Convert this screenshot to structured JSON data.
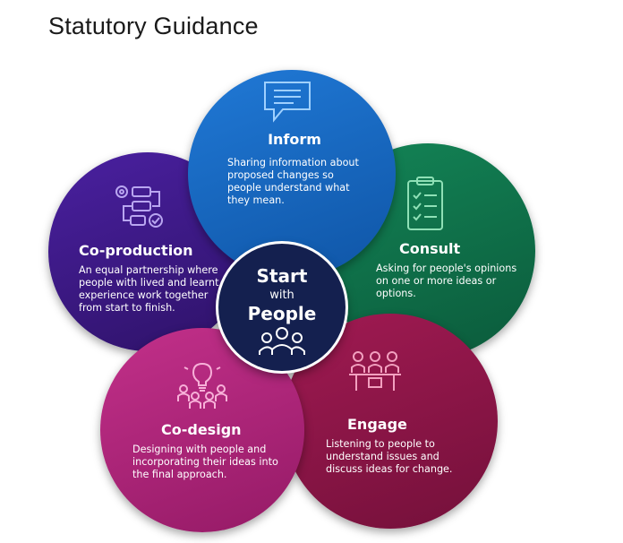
{
  "page": {
    "title": "Statutory Guidance"
  },
  "center": {
    "line1": "Start",
    "line2": "with",
    "line3": "People",
    "icon": "people-group-icon"
  },
  "petals": {
    "inform": {
      "title": "Inform",
      "description": "Sharing information about proposed changes so people understand what they mean.",
      "color": "#1b6bc4",
      "icon": "speech-bubble-icon"
    },
    "consult": {
      "title": "Consult",
      "description": "Asking for people's opinions on one or more ideas or options.",
      "color": "#0f6e4a",
      "icon": "clipboard-checklist-icon"
    },
    "engage": {
      "title": "Engage",
      "description": "Listening to people to understand issues and discuss ideas for change.",
      "color": "#8e1645",
      "icon": "meeting-table-icon"
    },
    "codesign": {
      "title": "Co-design",
      "description": "Designing with people and incorporating their ideas into the final approach.",
      "color": "#b4237b",
      "icon": "lightbulb-people-icon"
    },
    "coproduction": {
      "title": "Co-production",
      "description": "An equal partnership where people with lived and learnt experience work together from start to finish.",
      "color": "#3c1a82",
      "icon": "process-flow-icon"
    }
  }
}
